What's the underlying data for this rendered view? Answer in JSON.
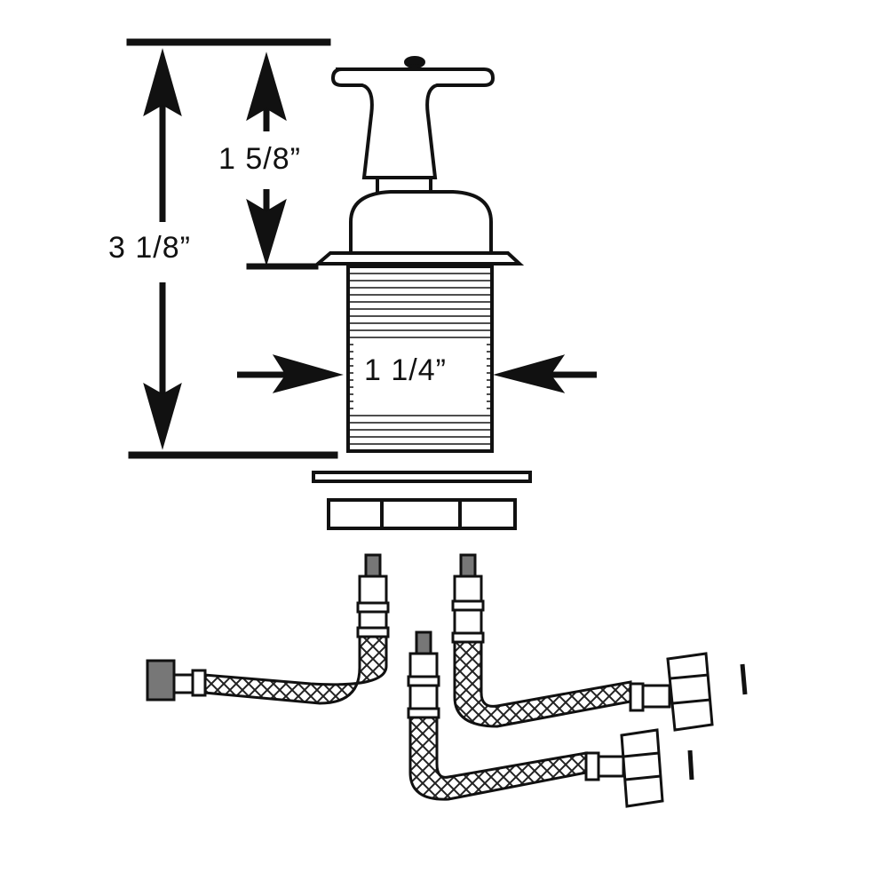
{
  "diagram": {
    "type": "technical-drawing",
    "subject": "valve cartridge with braided supply hoses",
    "colors": {
      "ink": "#111111",
      "background": "#ffffff",
      "fitting_tip": "#777777"
    },
    "dimensions": {
      "overall_height": "3 1/8”",
      "handle_height": "1 5/8”",
      "body_diameter": "1 1/4”"
    },
    "components": [
      {
        "name": "cross-handle"
      },
      {
        "name": "bonnet"
      },
      {
        "name": "threaded-body"
      },
      {
        "name": "washer"
      },
      {
        "name": "lock-nut"
      },
      {
        "name": "braided-hose-left"
      },
      {
        "name": "braided-hose-center"
      },
      {
        "name": "braided-hose-right"
      },
      {
        "name": "gasket-top"
      },
      {
        "name": "gasket-bottom"
      }
    ]
  }
}
